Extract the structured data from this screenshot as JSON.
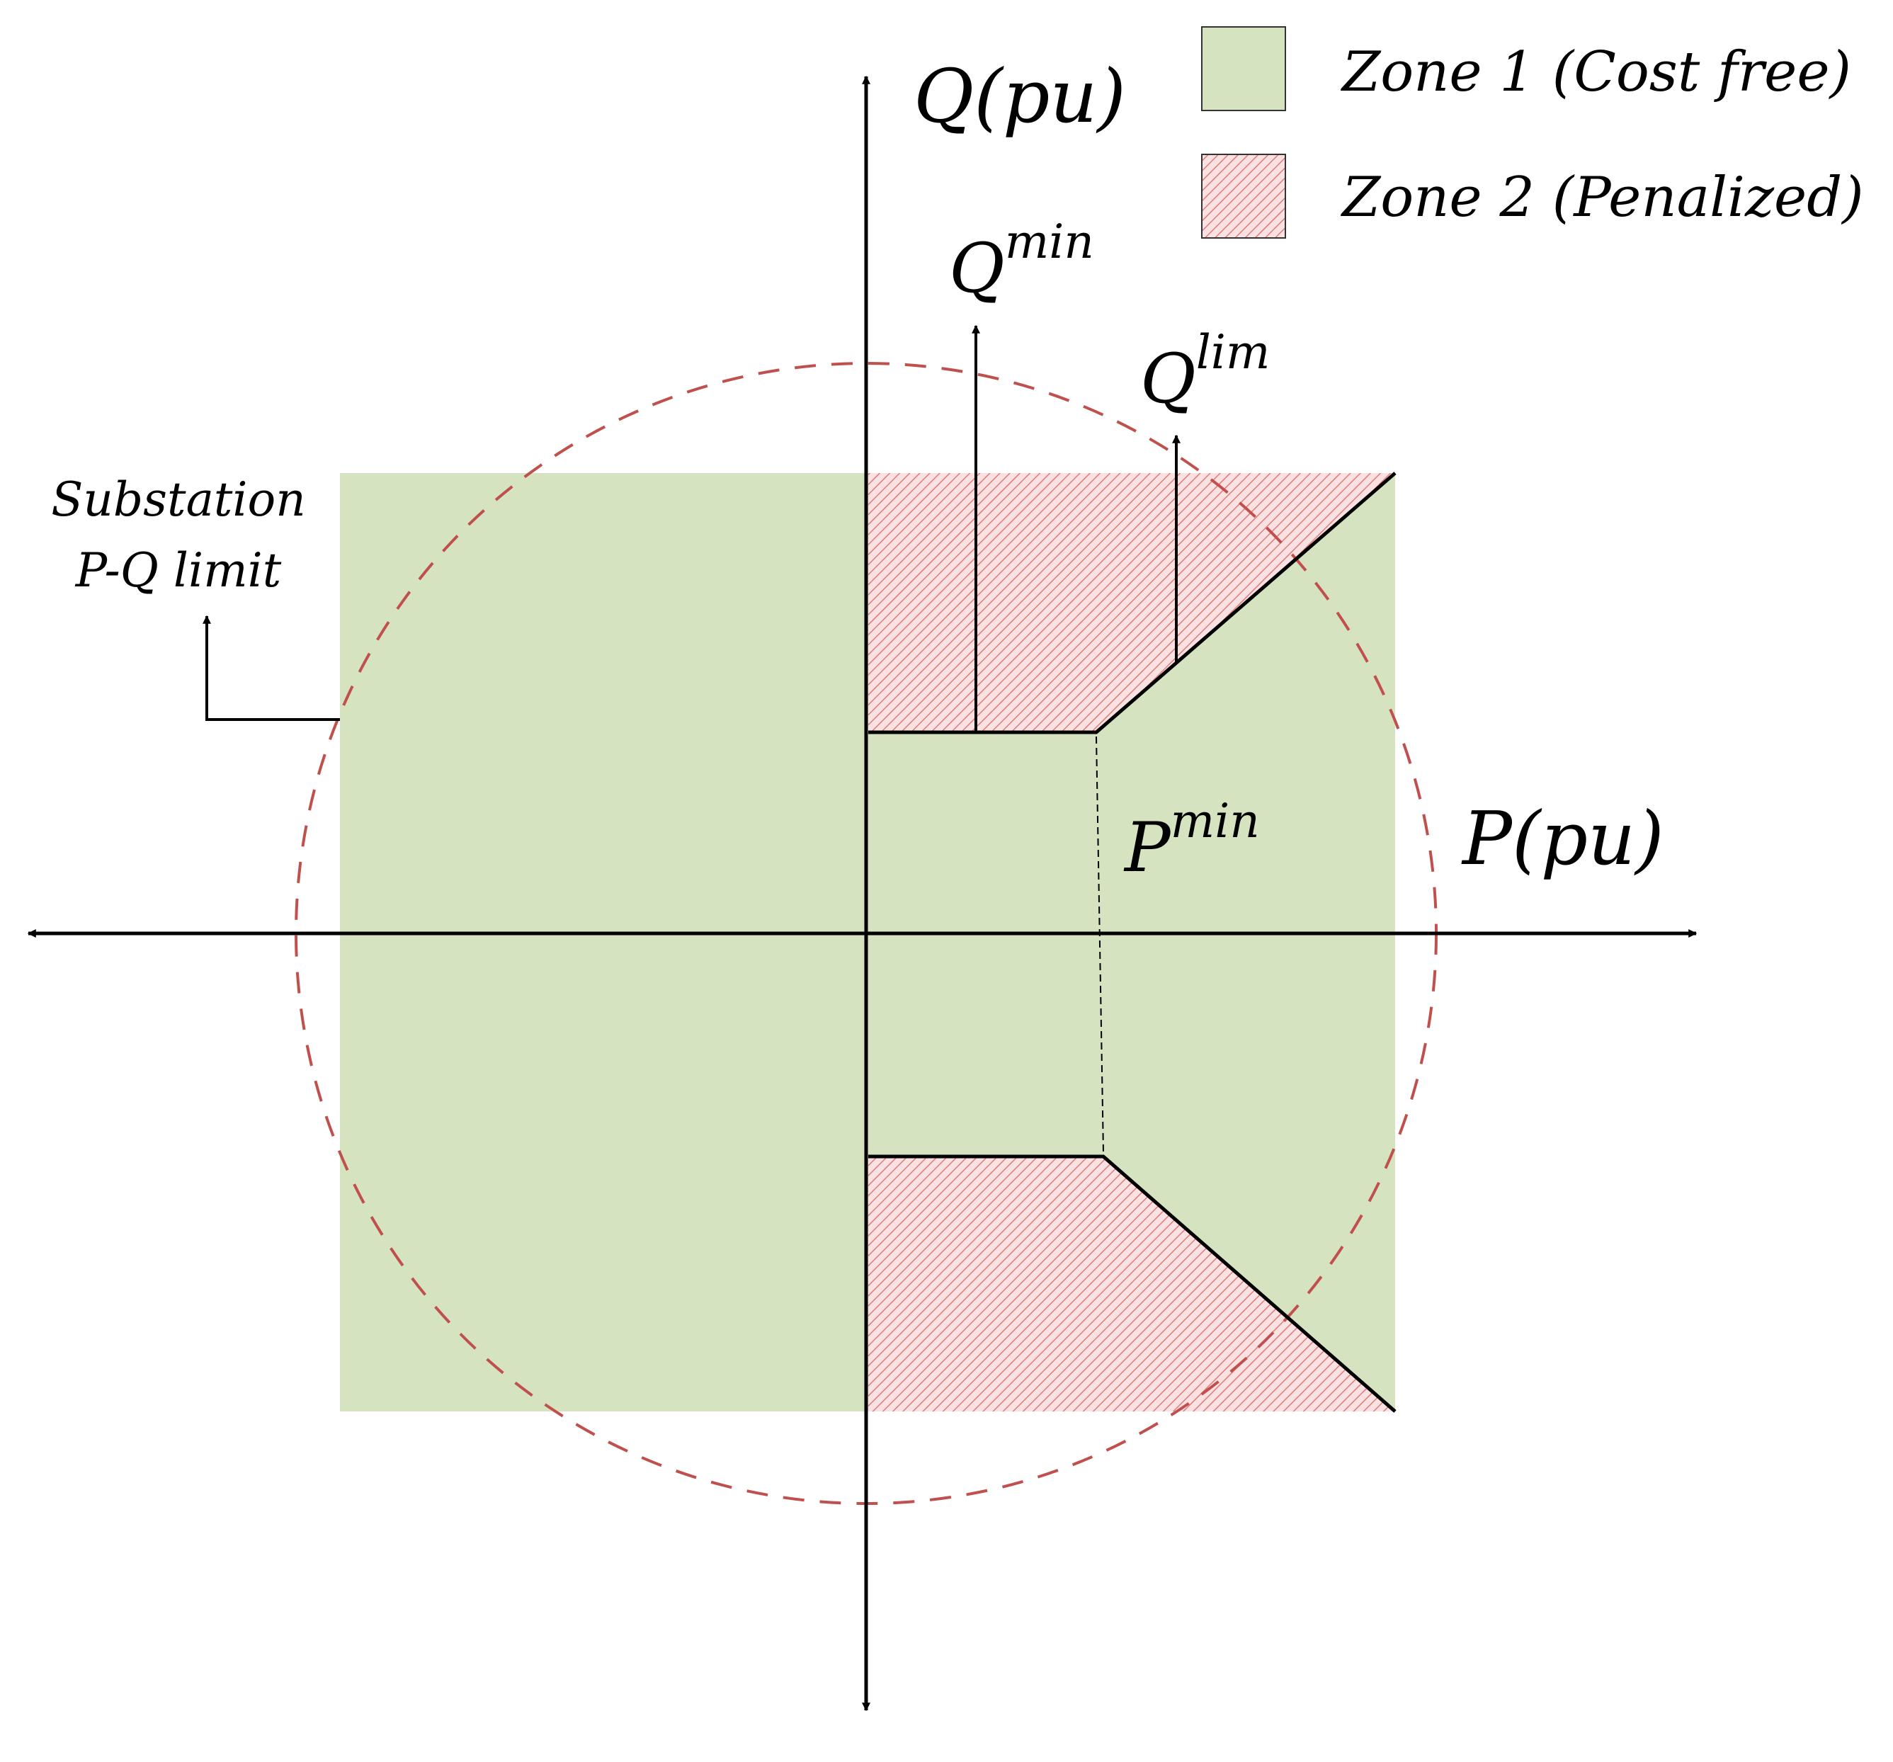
{
  "legend": {
    "zone1": {
      "label": "Zone 1 (Cost free)",
      "color": "#d6e3c0"
    },
    "zone2": {
      "label": "Zone 2 (Penalized)",
      "color": "#f2b8b8",
      "hatch_color": "#e07a7a"
    }
  },
  "axes": {
    "q_label": "Q(pu)",
    "p_label": "P(pu)"
  },
  "annotations": {
    "q_min_base": "Q",
    "q_min_sup": "min",
    "q_lim_base": "Q",
    "q_lim_sup": "lim",
    "p_min_base": "P",
    "p_min_sup": "min",
    "substation_line1": "Substation",
    "substation_line2": "P-Q limit"
  },
  "colors": {
    "circle": "#c0504d",
    "line": "#000000"
  }
}
